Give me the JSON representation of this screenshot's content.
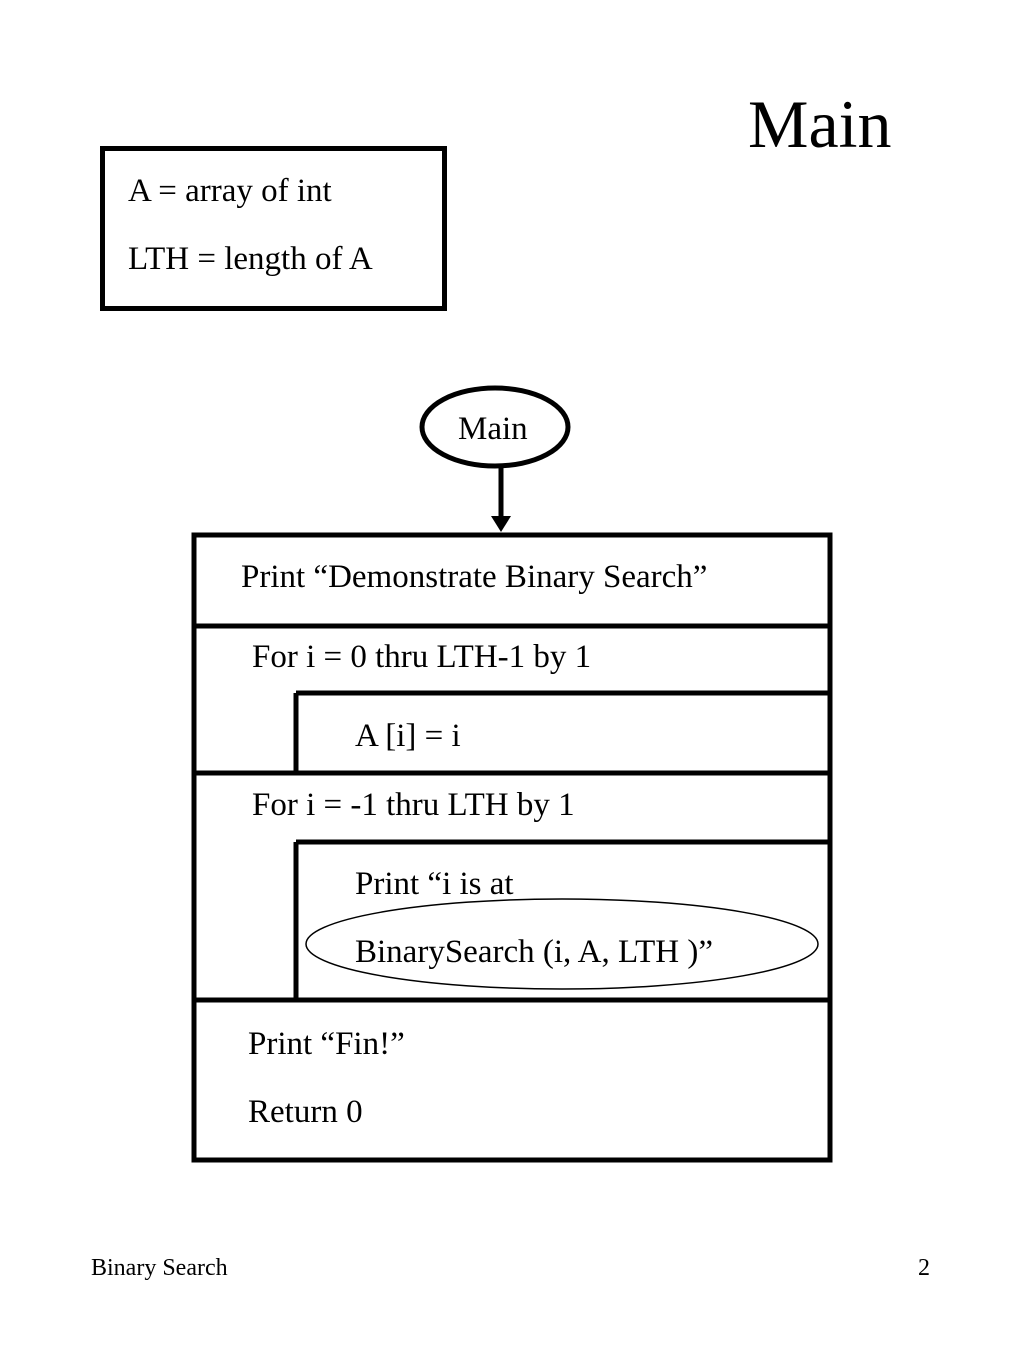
{
  "slide": {
    "title": "Main"
  },
  "declarations": {
    "line1": "A = array of int",
    "line2": "LTH = length of A"
  },
  "flowchart": {
    "start_label": "Main",
    "print_intro": "Print “Demonstrate Binary Search”",
    "loop1_header": "For i = 0 thru LTH-1 by 1",
    "loop1_body": "A [i] = i",
    "loop2_header": "For i = -1 thru LTH by 1",
    "loop2_body_line1": "Print “i is at",
    "loop2_body_line2": "BinarySearch (i, A, LTH )”",
    "final_line1": "Print  “Fin!”",
    "final_line2": "Return 0"
  },
  "footer": {
    "left": "Binary Search",
    "page_number": "2"
  }
}
